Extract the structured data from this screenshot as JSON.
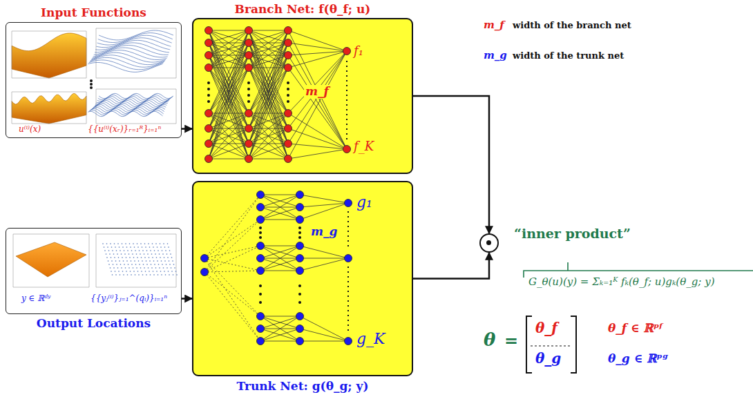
{
  "diagram": {
    "nodes": [
      {
        "text": [
          "Input Functions",
          "u⁽ⁱ⁾(x)",
          "{{u⁽ⁱ⁾(xᵣ)}ᵣ₌₁ᴿ}ᵢ₌₁ⁿ"
        ]
      },
      {
        "text": [
          "Output Locations",
          "y ∈ ℝᵈʸ",
          "{{yⱼ⁽ⁱ⁾}ⱼ₌₁^(qᵢ)}ᵢ₌₁ⁿ"
        ]
      },
      {
        "text": [
          "Branch Net: f(θ_f; u)",
          "m_f",
          "f₁",
          "f_K"
        ]
      },
      {
        "text": [
          "Trunk Net: g(θ_g; y)",
          "m_g",
          "g₁",
          "g_K"
        ]
      },
      {
        "text": [
          "“inner product”"
        ]
      }
    ],
    "edges": [
      {
        "from": 0,
        "to": 2,
        "arrow": "to"
      },
      {
        "from": 1,
        "to": 3,
        "arrow": "to"
      },
      {
        "from": 2,
        "to": 4,
        "arrow": "to"
      },
      {
        "from": 3,
        "to": 4,
        "arrow": "to"
      }
    ],
    "labels": [
      "m_f",
      "width of the branch net",
      "m_g",
      "width of the trunk net",
      "G_θ(u)(y) = Σₖ₌₁ᴷ fₖ(θ_f; u)gₖ(θ_g; y)",
      "θ",
      "=",
      "θ_f",
      "θ_g",
      "θ_f ∈ ℝᵖᶠ",
      "θ_g ∈ ℝᵖᵍ"
    ]
  }
}
